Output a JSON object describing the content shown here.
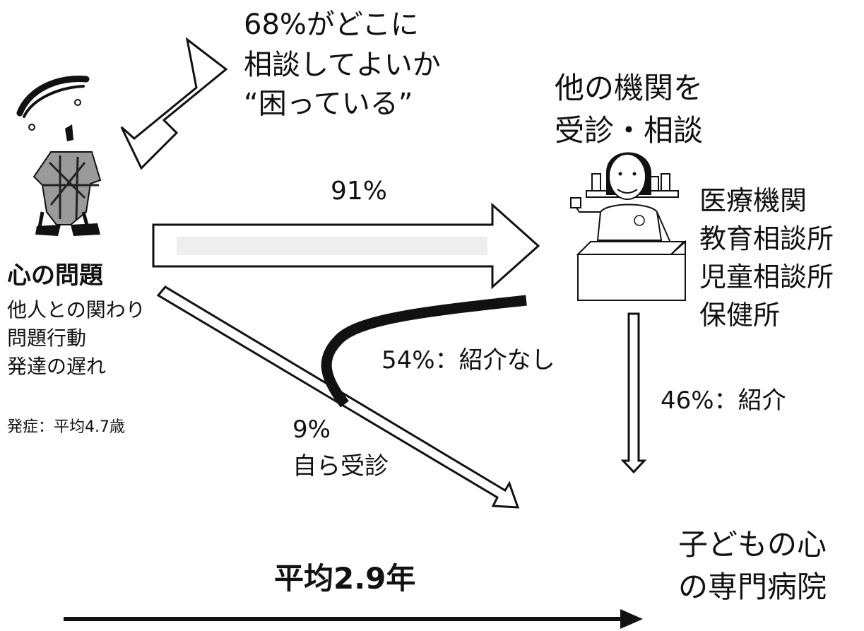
{
  "callout": {
    "line1": "68%がどこに",
    "line2": "相談してよいか",
    "line3": "“困っている”"
  },
  "other_institutions": {
    "title_line1": "他の機関を",
    "title_line2": "受診・相談",
    "list": [
      "医療機関",
      "教育相談所",
      "児童相談所",
      "保健所"
    ]
  },
  "problem": {
    "title": "心の問題",
    "items": [
      "他人との関わり",
      "問題行動",
      "発達の遅れ"
    ],
    "onset": "発症：平均4.7歳"
  },
  "flows": {
    "to_institutions": "91%",
    "no_referral": "54%：紹介なし",
    "referral": "46%：紹介",
    "self_percent": "9%",
    "self_label": "自ら受診"
  },
  "destination": {
    "line1": "子どもの心",
    "line2": "の専門病院"
  },
  "timeline": {
    "label": "平均2.9年"
  }
}
